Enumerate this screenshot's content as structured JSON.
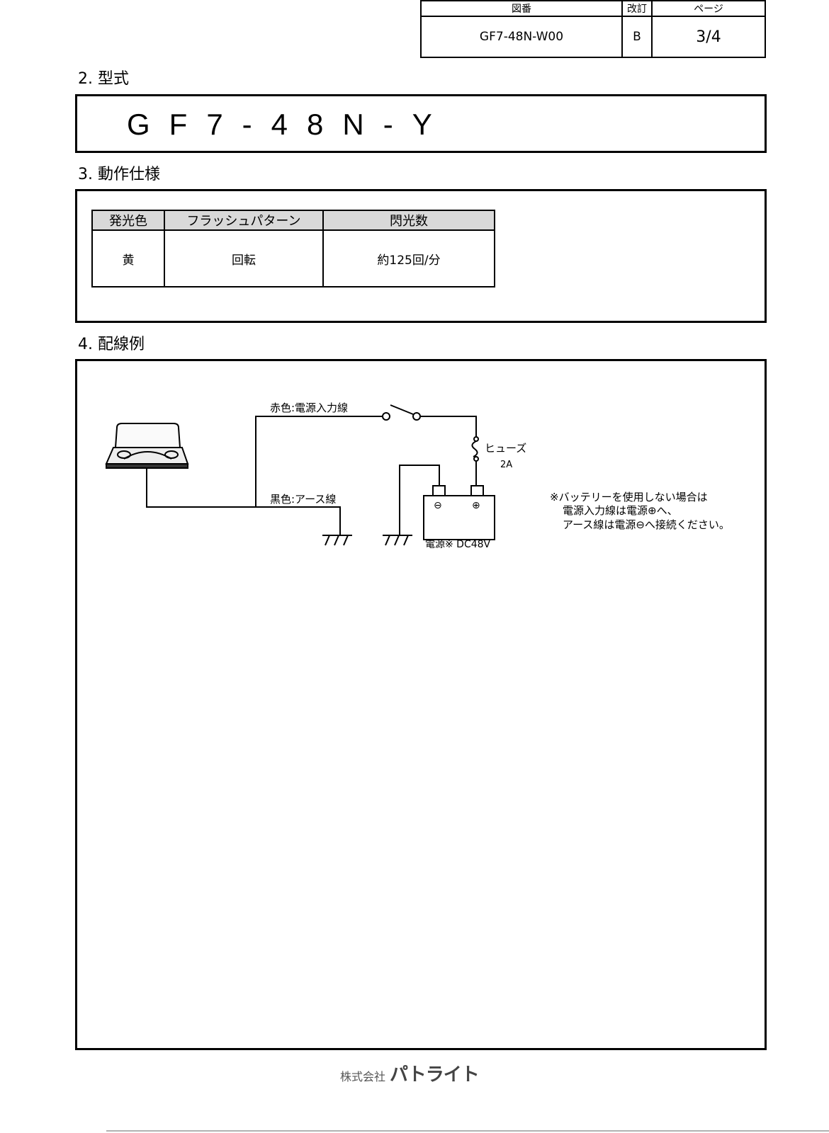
{
  "title_block": {
    "headers": {
      "drawing_no": "図番",
      "revision": "改訂",
      "page": "ページ"
    },
    "values": {
      "drawing_no": "GF7-48N-W00",
      "revision": "B",
      "page": "3/4"
    }
  },
  "sections": {
    "model": {
      "heading": "2. 型式",
      "model_name": "GF7-48N-Y"
    },
    "spec": {
      "heading": "3. 動作仕様",
      "columns": [
        "発光色",
        "フラッシュパターン",
        "閃光数"
      ],
      "row": [
        "黄",
        "回転",
        "約125回/分"
      ]
    },
    "wiring": {
      "heading": "4. 配線例",
      "red_wire_label": "赤色:電源入力線",
      "black_wire_label": "黒色:アース線",
      "fuse_label": "ヒューズ",
      "fuse_rating": "2A",
      "power_label": "電源※ DC48V",
      "minus_symbol": "⊖",
      "plus_symbol": "⊕",
      "note_lines": [
        "※バッテリーを使用しない場合は",
        "電源入力線は電源⊕へ、",
        "アース線は電源⊖へ接続ください。"
      ]
    }
  },
  "footer": {
    "company_prefix": "株式会社",
    "company_brand": "パトライト"
  }
}
